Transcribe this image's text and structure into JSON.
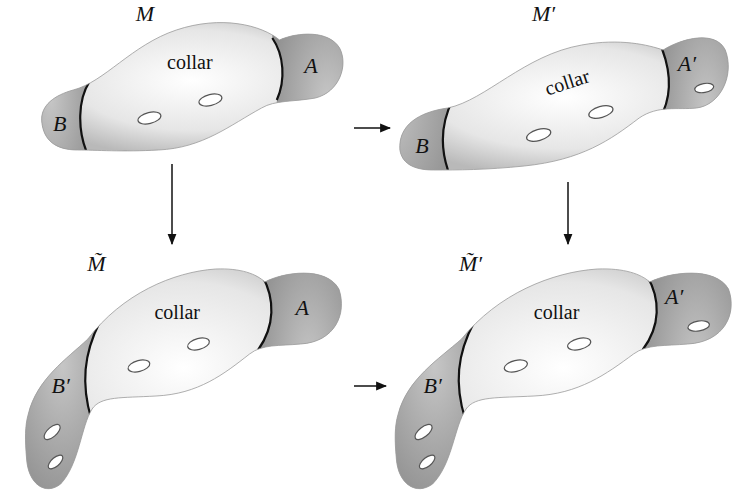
{
  "diagram": {
    "nodes": [
      {
        "text": [
          "M",
          "collar",
          "A",
          "B"
        ]
      },
      {
        "text": [
          "M′",
          "collar",
          "A′",
          "B"
        ]
      },
      {
        "text": [
          "M̃",
          "collar",
          "A",
          "B′"
        ]
      },
      {
        "text": [
          "M̃′",
          "collar",
          "A′",
          "B′"
        ]
      }
    ],
    "edges": [
      {
        "from": 0,
        "to": 1,
        "arrow": "to"
      },
      {
        "from": 0,
        "to": 2,
        "arrow": "to"
      },
      {
        "from": 1,
        "to": 3,
        "arrow": "to"
      },
      {
        "from": 2,
        "to": 3,
        "arrow": "to"
      }
    ]
  }
}
